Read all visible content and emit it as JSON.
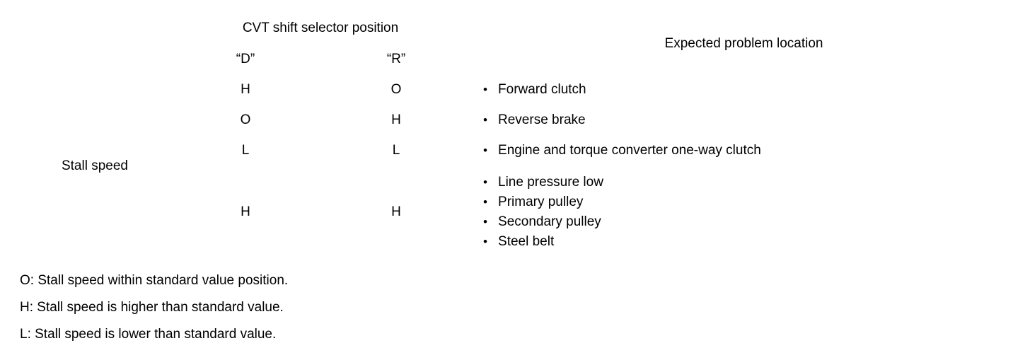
{
  "table": {
    "headers": {
      "selector_group": "CVT shift selector position",
      "selector_d": "“D”",
      "selector_r": "“R”",
      "expected_problem": "Expected problem location"
    },
    "row_label": "Stall speed",
    "bullet_glyph": "•",
    "rows": [
      {
        "d": "H",
        "r": "O",
        "problems": [
          "Forward clutch"
        ]
      },
      {
        "d": "O",
        "r": "H",
        "problems": [
          "Reverse brake"
        ]
      },
      {
        "d": "L",
        "r": "L",
        "problems": [
          "Engine and torque converter one-way clutch"
        ]
      },
      {
        "d": "H",
        "r": "H",
        "problems": [
          "Line pressure low",
          "Primary pulley",
          "Secondary pulley",
          "Steel belt"
        ]
      }
    ]
  },
  "footnotes": [
    "O: Stall speed within standard value position.",
    "H: Stall speed is higher than standard value.",
    "L: Stall speed is lower than standard value."
  ],
  "colors": {
    "ink": "#000000",
    "paper": "#ffffff"
  }
}
